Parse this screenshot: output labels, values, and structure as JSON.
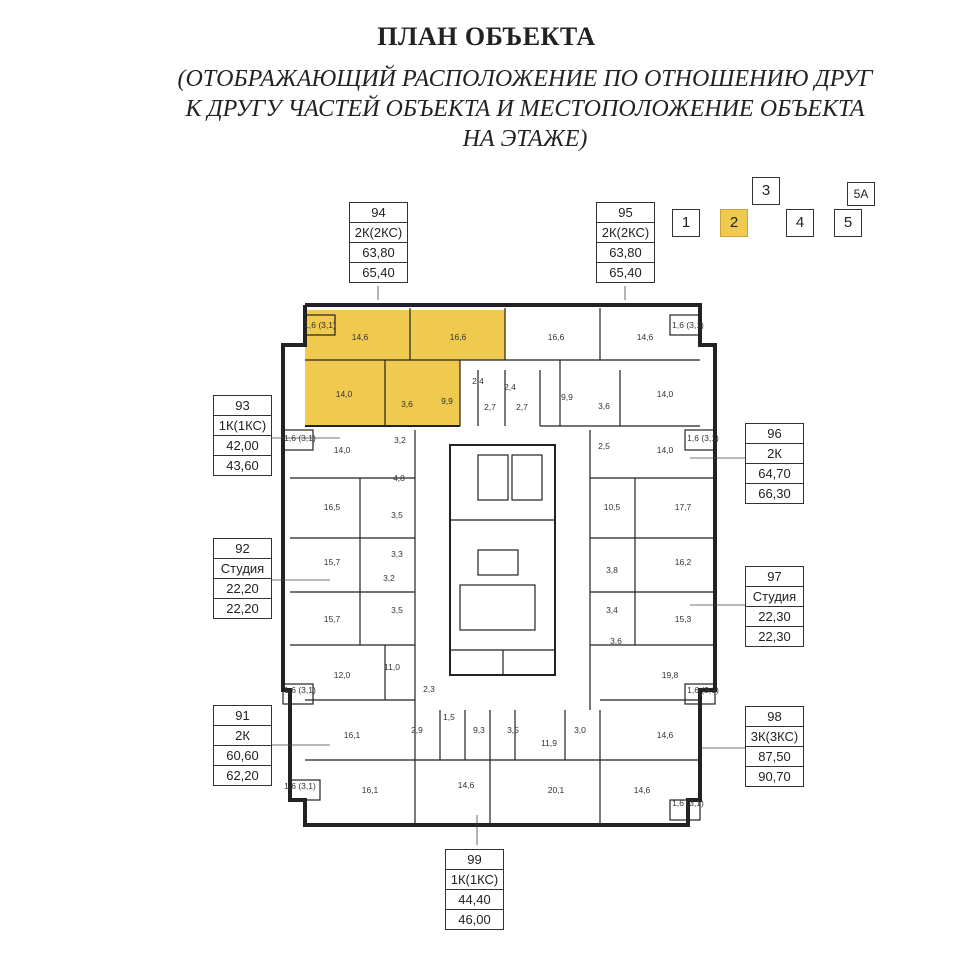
{
  "header": {
    "title": "ПЛАН ОБЪЕКТА",
    "subtitle_lines": [
      "(ОТОБРАЖАЮЩИЙ РАСПОЛОЖЕНИЕ ПО ОТНОШЕНИЮ ДРУГ",
      "К ДРУГУ ЧАСТЕЙ ОБЪЕКТА И МЕСТОПОЛОЖЕНИЕ ОБЪЕКТА",
      "НА ЭТАЖЕ)"
    ]
  },
  "sections": {
    "items": [
      "1",
      "2",
      "3",
      "4",
      "5",
      "5А"
    ],
    "active": "2",
    "highlight_color": "#f0c94f"
  },
  "apartments": {
    "a94": {
      "number": "94",
      "type": "2К(2КС)",
      "area1": "63,80",
      "area2": "65,40"
    },
    "a95": {
      "number": "95",
      "type": "2К(2КС)",
      "area1": "63,80",
      "area2": "65,40"
    },
    "a93": {
      "number": "93",
      "type": "1К(1КС)",
      "area1": "42,00",
      "area2": "43,60"
    },
    "a96": {
      "number": "96",
      "type": "2К",
      "area1": "64,70",
      "area2": "66,30"
    },
    "a92": {
      "number": "92",
      "type": "Студия",
      "area1": "22,20",
      "area2": "22,20"
    },
    "a97": {
      "number": "97",
      "type": "Студия",
      "area1": "22,30",
      "area2": "22,30"
    },
    "a91": {
      "number": "91",
      "type": "2К",
      "area1": "60,60",
      "area2": "62,20"
    },
    "a98": {
      "number": "98",
      "type": "3К(3КС)",
      "area1": "87,50",
      "area2": "90,70"
    },
    "a99": {
      "number": "99",
      "type": "1К(1КС)",
      "area1": "44,40",
      "area2": "46,00"
    }
  },
  "room_labels": [
    "1,6 (3,1)",
    "14,6",
    "16,6",
    "16,6",
    "14,6",
    "1,6 (3,1)",
    "14,0",
    "2,4",
    "2,4",
    "3,6",
    "9,9",
    "2,7",
    "2,7",
    "9,9",
    "3,6",
    "14,0",
    "1,6 (3,1)",
    "14,0",
    "3,2",
    "2,5",
    "14,0",
    "1,6 (3,1)",
    "4,8",
    "16,5",
    "3,5",
    "10,5",
    "17,7",
    "3,3",
    "15,7",
    "3,8",
    "16,2",
    "3,2",
    "15,7",
    "3,5",
    "3,4",
    "15,3",
    "3,6",
    "12,0",
    "11,0",
    "19,8",
    "2,3",
    "1,6 (3,1)",
    "1,6 (3,1)",
    "16,1",
    "2,9",
    "1,5",
    "9,3",
    "3,5",
    "3,0",
    "14,6",
    "11,9",
    "16,1",
    "14,6",
    "20,1",
    "14,6",
    "1,6 (3,1)",
    "1,6 (3,1)"
  ]
}
